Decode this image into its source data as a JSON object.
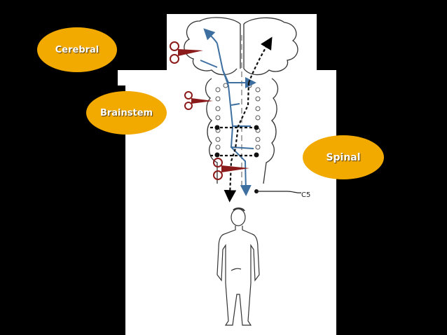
{
  "labels": {
    "cerebral": "Cerebral",
    "brainstem": "Brainstem",
    "spinal": "Spinal",
    "level": "C5"
  },
  "colors": {
    "oval_fill": "#f2aa00",
    "oval_text": "#ffffff",
    "pathway_blue": "#3d6fa0",
    "scissors_red": "#8b1a1a",
    "background": "#000000"
  },
  "icons": [
    "scissors-icon",
    "human-figure"
  ]
}
